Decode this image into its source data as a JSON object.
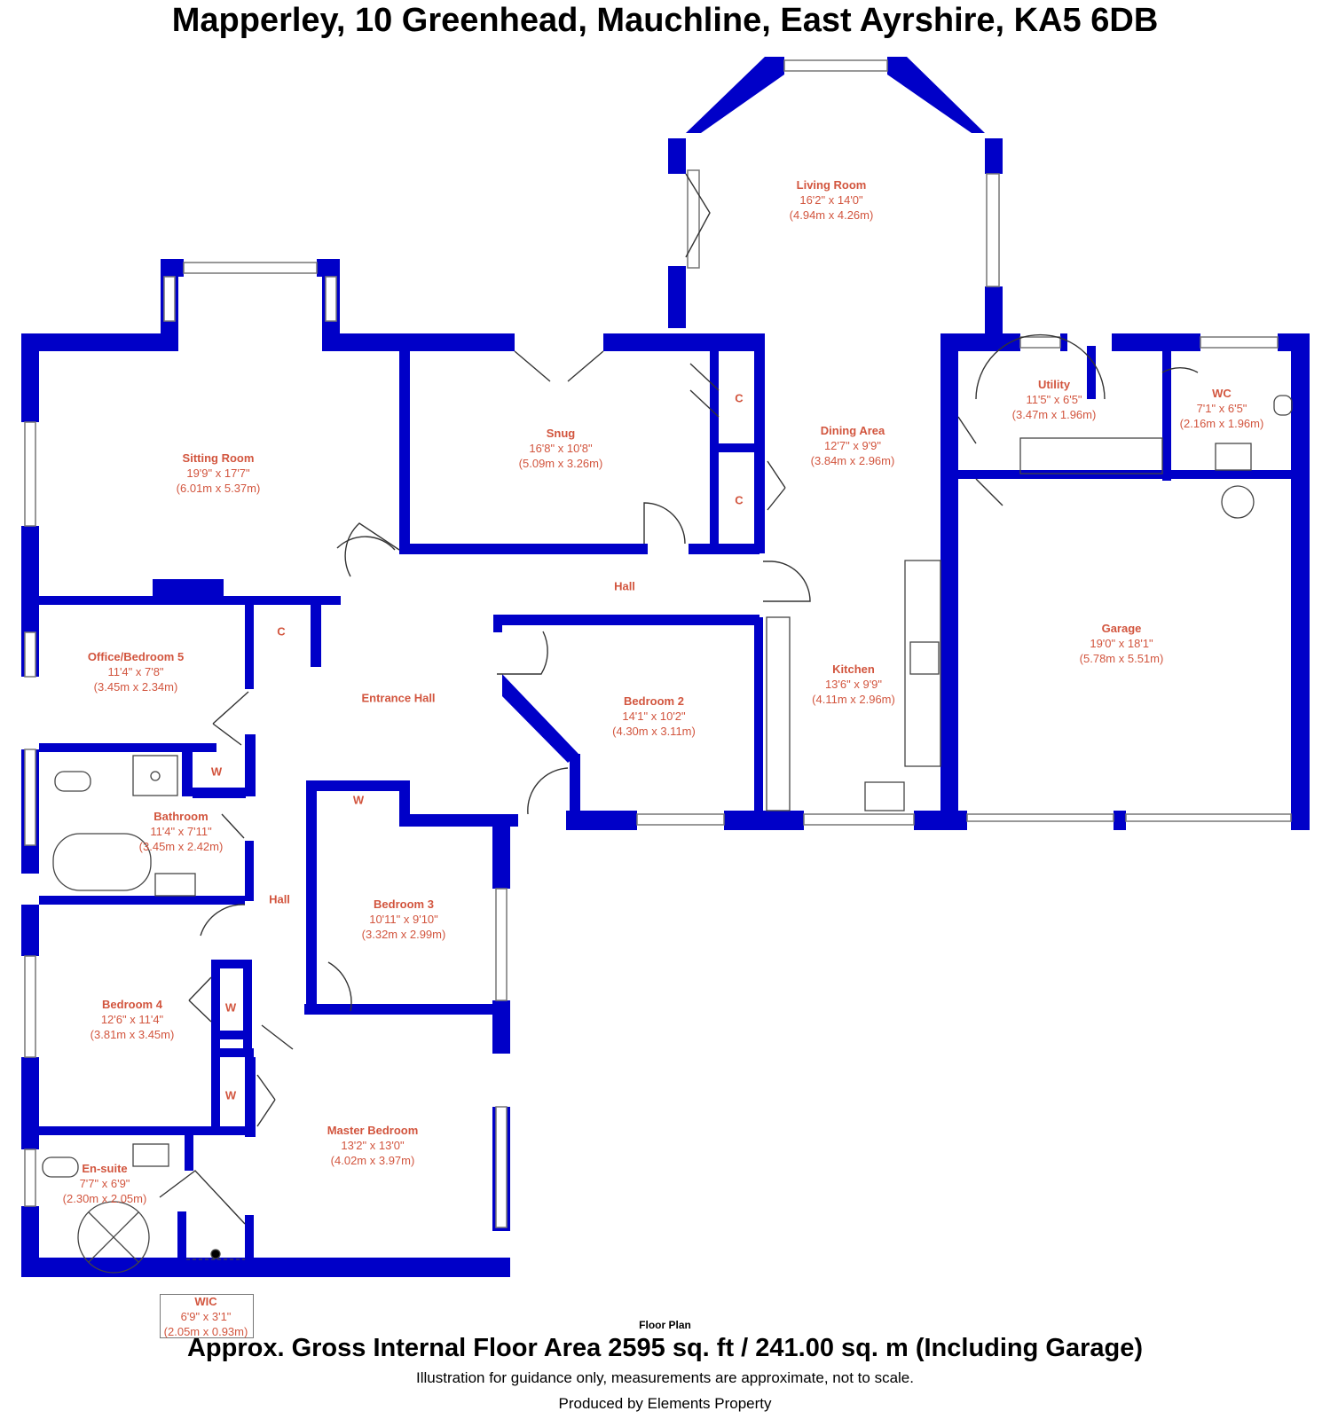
{
  "title": "Mapperley, 10 Greenhead, Mauchline, East Ayrshire, KA5 6DB",
  "rooms": {
    "living": {
      "name": "Living Room",
      "imperial": "16'2\" x 14'0\"",
      "metric": "(4.94m x 4.26m)"
    },
    "sitting": {
      "name": "Sitting Room",
      "imperial": "19'9\" x 17'7\"",
      "metric": "(6.01m x 5.37m)"
    },
    "snug": {
      "name": "Snug",
      "imperial": "16'8\" x 10'8\"",
      "metric": "(5.09m x 3.26m)"
    },
    "dining": {
      "name": "Dining Area",
      "imperial": "12'7\" x 9'9\"",
      "metric": "(3.84m x 2.96m)"
    },
    "utility": {
      "name": "Utility",
      "imperial": "11'5\" x 6'5\"",
      "metric": "(3.47m x 1.96m)"
    },
    "wc": {
      "name": "WC",
      "imperial": "7'1\" x 6'5\"",
      "metric": "(2.16m x 1.96m)"
    },
    "garage": {
      "name": "Garage",
      "imperial": "19'0\" x 18'1\"",
      "metric": "(5.78m x 5.51m)"
    },
    "office": {
      "name": "Office/Bedroom 5",
      "imperial": "11'4\" x 7'8\"",
      "metric": "(3.45m x 2.34m)"
    },
    "bedroom2": {
      "name": "Bedroom 2",
      "imperial": "14'1\" x 10'2\"",
      "metric": "(4.30m x 3.11m)"
    },
    "kitchen": {
      "name": "Kitchen",
      "imperial": "13'6\" x 9'9\"",
      "metric": "(4.11m x 2.96m)"
    },
    "bathroom": {
      "name": "Bathroom",
      "imperial": "11'4\" x 7'11\"",
      "metric": "(3.45m x 2.42m)"
    },
    "bedroom3": {
      "name": "Bedroom 3",
      "imperial": "10'11\" x 9'10\"",
      "metric": "(3.32m x 2.99m)"
    },
    "bedroom4": {
      "name": "Bedroom 4",
      "imperial": "12'6\" x 11'4\"",
      "metric": "(3.81m x 3.45m)"
    },
    "master": {
      "name": "Master Bedroom",
      "imperial": "13'2\" x 13'0\"",
      "metric": "(4.02m x 3.97m)"
    },
    "ensuite": {
      "name": "En-suite",
      "imperial": "7'7\" x 6'9\"",
      "metric": "(2.30m x 2.05m)"
    },
    "wic": {
      "name": "WIC",
      "imperial": "6'9\" x 3'1\"",
      "metric": "(2.05m x 0.93m)"
    }
  },
  "labels": {
    "hall": "Hall",
    "entrance_hall": "Entrance Hall",
    "cupboard": "C",
    "wardrobe": "W"
  },
  "footer": {
    "plan_label": "Floor Plan",
    "area": "Approx. Gross Internal Floor Area 2595 sq. ft / 241.00 sq. m (Including Garage)",
    "note": "Illustration for guidance only, measurements are approximate, not to scale.",
    "credit": "Produced by Elements Property"
  },
  "colors": {
    "wall": "#0000c8",
    "label": "#d2553e",
    "fixture": "#444444"
  }
}
